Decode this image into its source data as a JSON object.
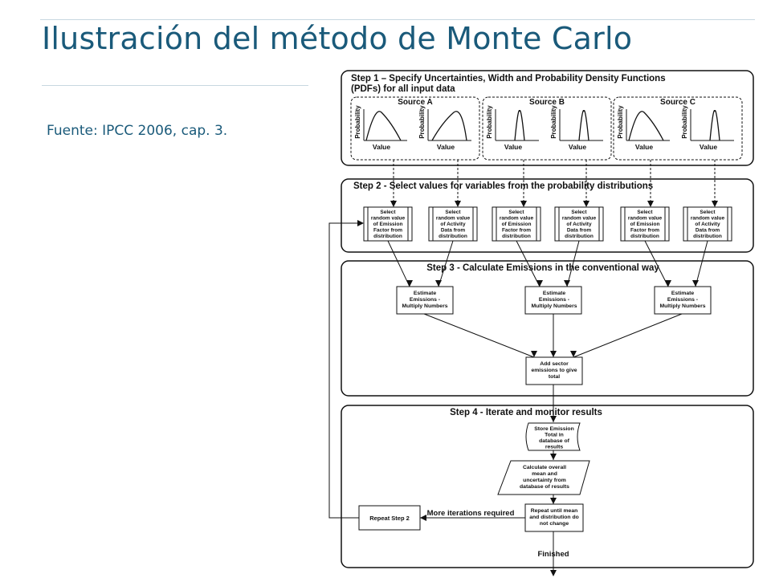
{
  "slide": {
    "title": "Ilustración del método de Monte Carlo",
    "source_note": "Fuente: IPCC 2006, cap. 3."
  },
  "diagram": {
    "step1": {
      "title_line1": "Step 1 – Specify Uncertainties, Width and Probability Density Functions",
      "title_line2": "(PDFs) for all input data",
      "sources": [
        "Source A",
        "Source B",
        "Source C"
      ],
      "axis_y": "Probability",
      "axis_x": "Value"
    },
    "step2": {
      "title": "Step 2 - Select values for variables from the probability distributions",
      "emission_factor_box": [
        "Select",
        "random value",
        "of Emission",
        "Factor from",
        "distribution"
      ],
      "activity_data_box": [
        "Select",
        "random value",
        "of Activity",
        "Data from",
        "distribution"
      ]
    },
    "step3": {
      "title": "Step 3 - Calculate Emissions in the conventional way",
      "estimate_box": [
        "Estimate",
        "Emissions -",
        "Multiply Numbers"
      ],
      "total_box": [
        "Add sector",
        "emissions to give",
        "total"
      ]
    },
    "step4": {
      "title": "Step 4 - Iterate and monitor results",
      "store_box": [
        "Store Emission",
        "Total in",
        "database of",
        "results"
      ],
      "calc_box": [
        "Calculate overall",
        "mean and",
        "uncertainty from",
        "database of results"
      ],
      "repeat_until_box": [
        "Repeat until mean",
        "and distribution do",
        "not change"
      ],
      "repeat_step2_box": "Repeat Step 2",
      "loop_label": "More iterations required",
      "finished_label": "Finished"
    }
  }
}
